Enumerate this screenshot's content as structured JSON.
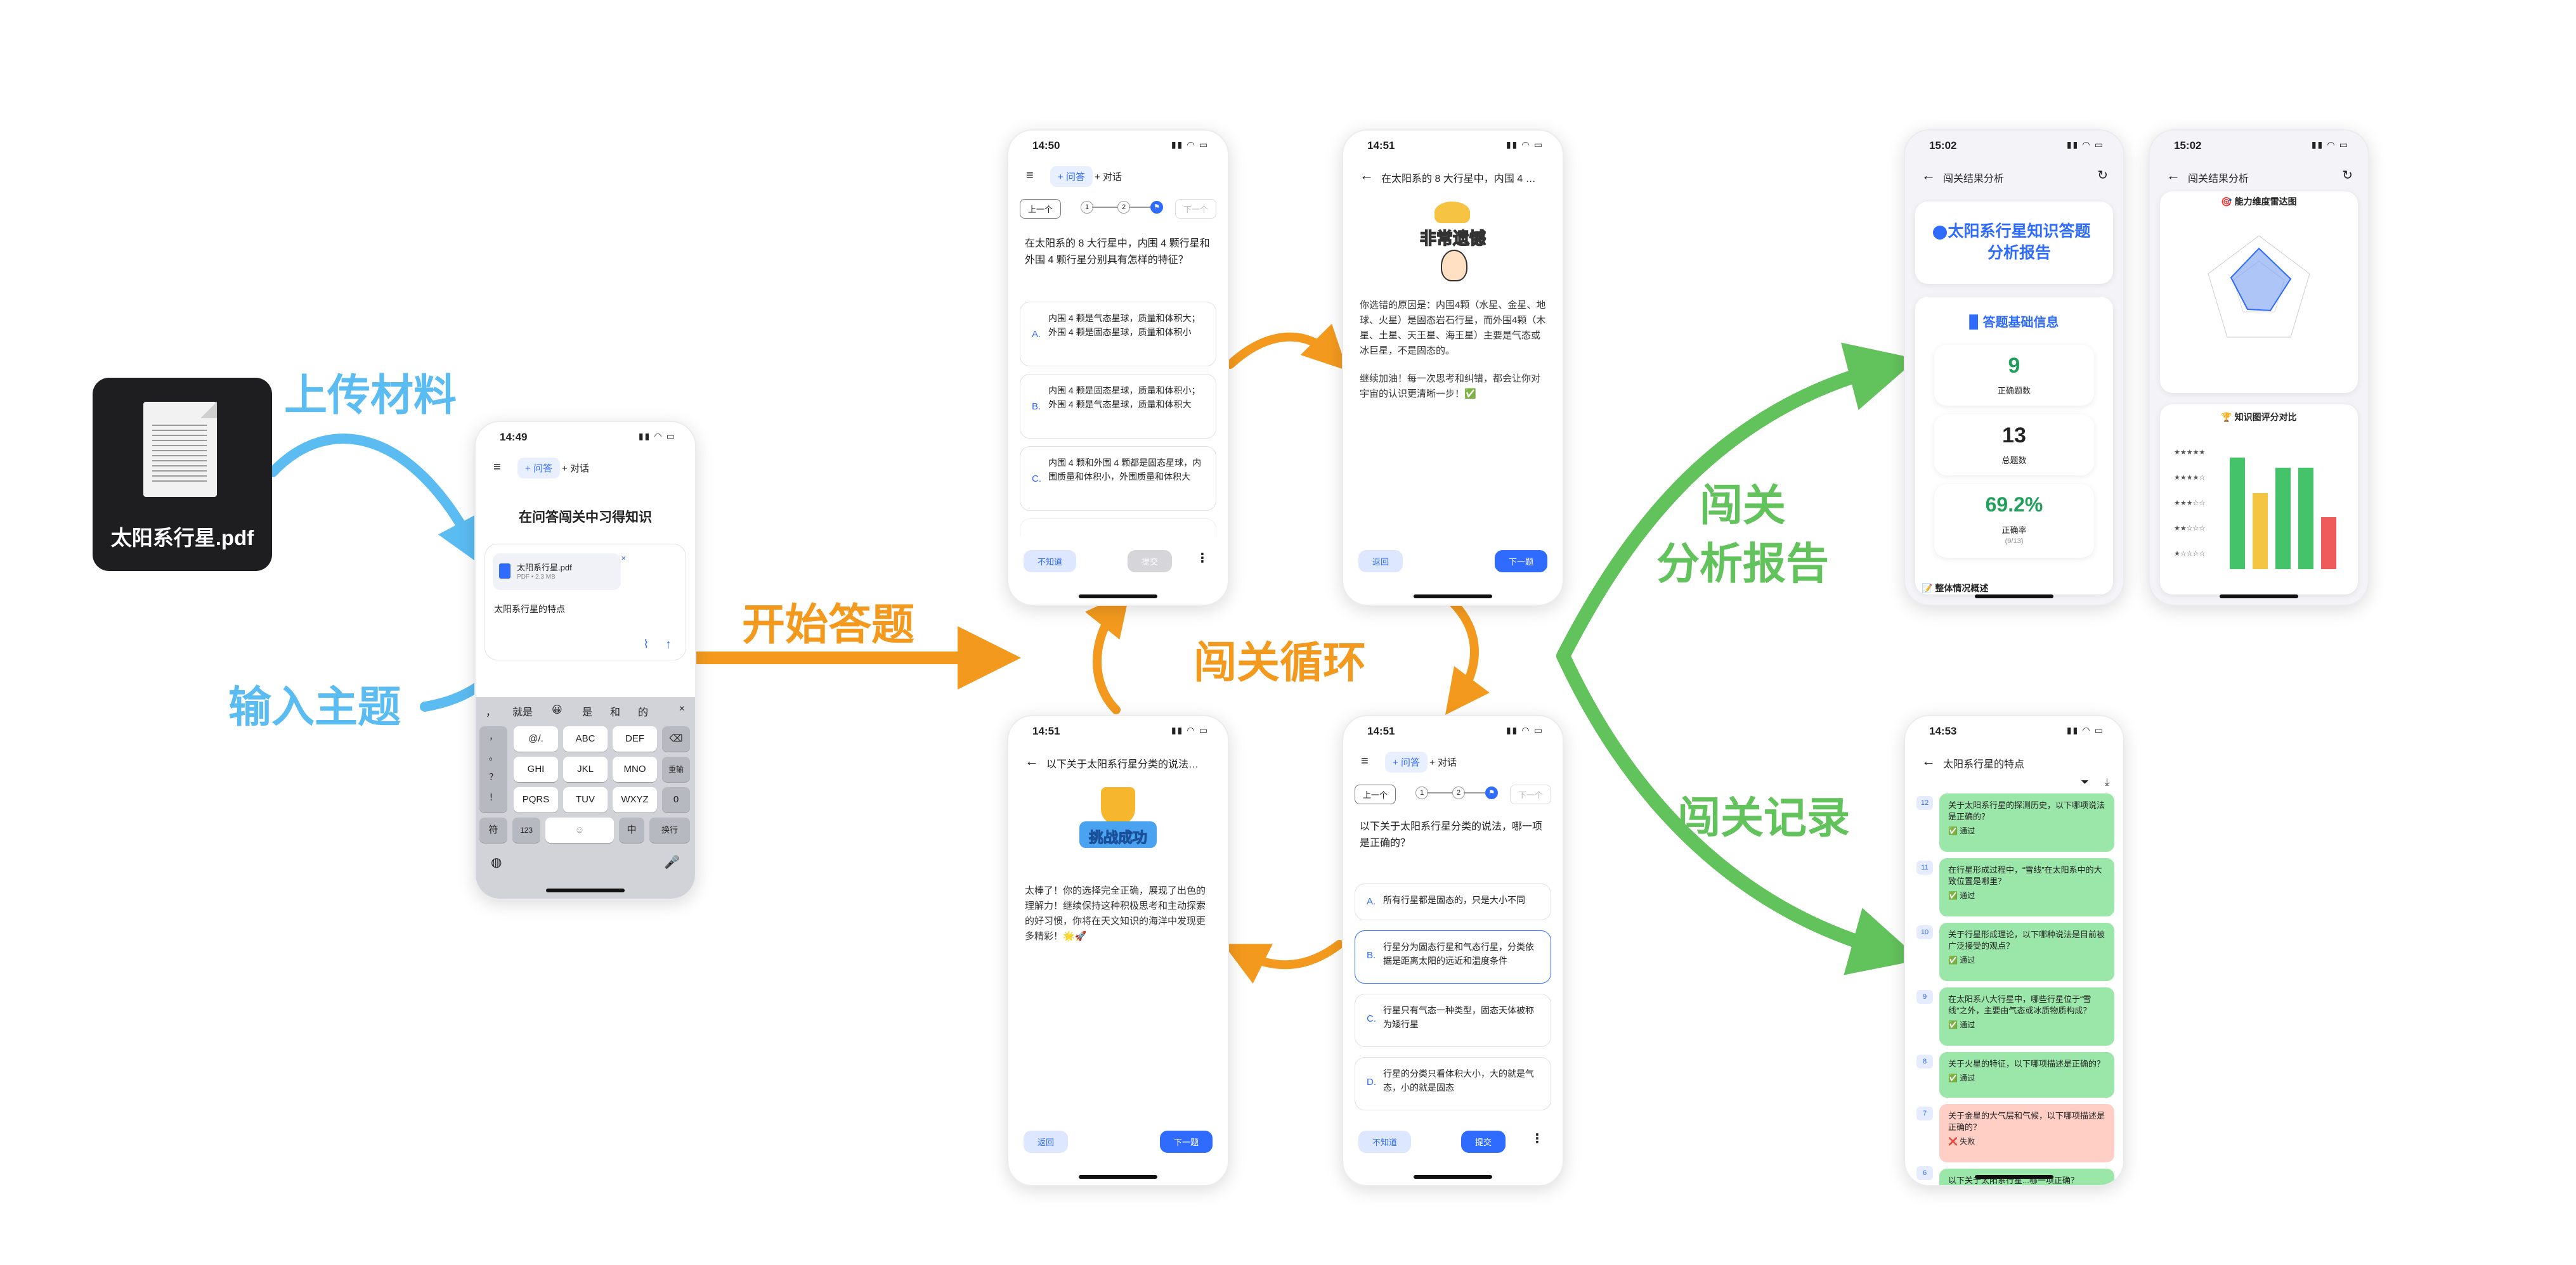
{
  "labels": {
    "upload": "上传材料",
    "topic": "输入主题",
    "start": "开始答题",
    "loop": "闯关循环",
    "report": "闯关\n分析报告",
    "records": "闯关记录"
  },
  "colors": {
    "blue_arrow": "#5bbcf2",
    "orange_arrow": "#f39a1e",
    "green_arrow": "#62c25b",
    "accent": "#2f6bff"
  },
  "file": {
    "name": "太阳系行星.pdf"
  },
  "phone1": {
    "time": "14:49",
    "tab_q": "问答",
    "tab_c": "对话",
    "heading": "在问答闯关中习得知识",
    "attach_name": "太阳系行星.pdf",
    "attach_meta": "PDF • 2.3 MB",
    "input_text": "太阳系行星的特点",
    "suggestions": [
      "，",
      "就是",
      "😀",
      "是",
      "和",
      "的"
    ],
    "keys_left": [
      "，",
      "。",
      "？",
      "！"
    ],
    "keys_row1": [
      "@/.",
      "ABC",
      "DEF"
    ],
    "keys_row2": [
      "GHI",
      "JKL",
      "MNO"
    ],
    "keys_row3": [
      "PQRS",
      "TUV",
      "WXYZ"
    ],
    "key_backspace": "⌫",
    "key_reenter": "重输",
    "key_zero": "0",
    "key_sym": "符",
    "key_123": "123",
    "key_space": "☺",
    "key_lang": "中",
    "key_enter": "换行"
  },
  "phone2": {
    "time": "14:50",
    "tab_q": "问答",
    "tab_c": "对话",
    "prev": "上一个",
    "next": "下一个",
    "question": "在太阳系的 8 大行星中，内围 4 颗行星和外围 4 颗行星分别具有怎样的特征？",
    "options": [
      {
        "letter": "A.",
        "text": "内围 4 颗是气态星球，质量和体积大；外围 4 颗是固态星球，质量和体积小"
      },
      {
        "letter": "B.",
        "text": "内围 4 颗是固态星球，质量和体积小；外围 4 颗是气态星球，质量和体积大"
      },
      {
        "letter": "C.",
        "text": "内围 4 颗和外围 4 颗都是固态星球，内围质量和体积小，外围质量和体积大"
      }
    ],
    "btn_idk": "不知道",
    "btn_submit": "提交"
  },
  "phone3": {
    "time": "14:51",
    "title": "在太阳系的 8 大行星中，内围 4 颗行星...",
    "sticker": "非常遗憾",
    "text1": "你选错的原因是：内围4颗（水星、金星、地球、火星）是固态岩石行星，而外围4颗（木星、土星、天王星、海王星）主要是气态或冰巨星，不是固态的。",
    "text2": "继续加油！每一次思考和纠错，都会让你对宇宙的认识更清晰一步！✅",
    "btn_back": "返回",
    "btn_next": "下一题"
  },
  "phone4": {
    "time": "14:51",
    "title": "以下关于太阳系行星分类的说法，哪一...",
    "sticker": "挑战成功",
    "text": "太棒了！你的选择完全正确，展现了出色的理解力！继续保持这种积极思考和主动探索的好习惯，你将在天文知识的海洋中发现更多精彩！🌟🚀",
    "btn_back": "返回",
    "btn_next": "下一题"
  },
  "phone5": {
    "time": "14:51",
    "tab_q": "问答",
    "tab_c": "对话",
    "prev": "上一个",
    "next": "下一个",
    "question": "以下关于太阳系行星分类的说法，哪一项是正确的？",
    "options": [
      {
        "letter": "A.",
        "text": "所有行星都是固态的，只是大小不同"
      },
      {
        "letter": "B.",
        "text": "行星分为固态行星和气态行星，分类依据是距离太阳的远近和温度条件"
      },
      {
        "letter": "C.",
        "text": "行星只有气态一种类型，固态天体被称为矮行星"
      },
      {
        "letter": "D.",
        "text": "行星的分类只看体积大小，大的就是气态，小的就是固态"
      }
    ],
    "btn_idk": "不知道",
    "btn_submit": "提交"
  },
  "phone6": {
    "time": "15:02",
    "title": "闯关结果分析",
    "report_title": "太阳系行星知识答题分析报告",
    "section": "答题基础信息",
    "correct_num": "9",
    "correct_label": "正确题数",
    "total_num": "13",
    "total_label": "总题数",
    "rate_num": "69.2%",
    "rate_label": "正确率",
    "rate_sub": "(9/13)",
    "overview": "整体情况概述"
  },
  "phone7": {
    "time": "15:02",
    "title": "闯关结果分析",
    "radar_title": "能力维度雷达图",
    "bar_title": "知识图评分对比",
    "stars": [
      "★★★★★",
      "★★★★☆",
      "★★★☆☆",
      "★★☆☆☆",
      "★☆☆☆☆"
    ]
  },
  "phone8": {
    "time": "14:53",
    "title": "太阳系行星的特点",
    "records": [
      {
        "num": "12",
        "q": "关于太阳系行星的探测历史，以下哪项说法是正确的？",
        "status": "✅ 通过",
        "kind": "ok"
      },
      {
        "num": "11",
        "q": "在行星形成过程中，“雪线”在太阳系中的大致位置是哪里？",
        "status": "✅ 通过",
        "kind": "ok"
      },
      {
        "num": "10",
        "q": "关于行星形成理论，以下哪种说法是目前被广泛接受的观点？",
        "status": "✅ 通过",
        "kind": "ok"
      },
      {
        "num": "9",
        "q": "在太阳系八大行星中，哪些行星位于“雪线”之外，主要由气态或冰质物质构成？",
        "status": "✅ 通过",
        "kind": "ok"
      },
      {
        "num": "8",
        "q": "关于火星的特征，以下哪项描述是正确的？",
        "status": "✅ 通过",
        "kind": "ok"
      },
      {
        "num": "7",
        "q": "关于金星的大气层和气候，以下哪项描述是正确的？",
        "status": "❌ 失败",
        "kind": "bad"
      },
      {
        "num": "6",
        "q": "以下关于太阳系行星...哪一项正确？",
        "status": "",
        "kind": "ok"
      }
    ]
  }
}
